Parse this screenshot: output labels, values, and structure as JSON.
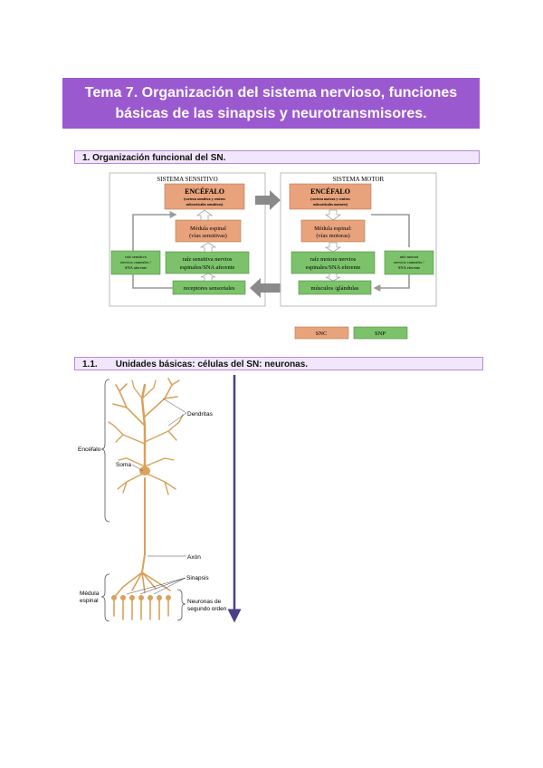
{
  "title": {
    "line1": "Tema 7. Organización del sistema nervioso, funciones",
    "line2": "básicas de las sinapsis y neurotransmisores."
  },
  "section1": {
    "heading": "1.   Organización funcional del SN."
  },
  "diagram": {
    "sensory_system": {
      "label": "SISTEMA SENSITIVO",
      "encephalon_title": "ENCÉFALO",
      "encephalon_sub1": "(corteza sensitiva y centros",
      "encephalon_sub2": "subcorticales sensitivos)",
      "spinal_line1": "Médula espinal",
      "spinal_line2": "(vías sensitivas)",
      "root_line1": "raíz sensitiva nervios",
      "root_line2": "espinales/SNA aferente",
      "cranial_line1": "raíz sensitiva",
      "cranial_line2": "nervios craneales /",
      "cranial_line3": "SNA aferente",
      "receptors": "receptores sensoriales"
    },
    "motor_system": {
      "label": "SISTEMA MOTOR",
      "encephalon_title": "ENCÉFALO",
      "encephalon_sub1": "(corteza motora y centros",
      "encephalon_sub2": "subcorticales motores)",
      "spinal_line1": "Médula espinal:",
      "spinal_line2": "(vías motoras)",
      "root_line1": "raíz motora nervios",
      "root_line2": "espinales/SNA eferente",
      "cranial_line1": "raíz motora",
      "cranial_line2": "nervios craneales /",
      "cranial_line3": "SNA eferente",
      "effectors": "músculos /glándulas"
    },
    "legend": {
      "snc": "SNC",
      "snp": "SNP"
    },
    "colors": {
      "snc": "#e8a37c",
      "snp": "#7cc26a",
      "arrow": "#8a8a8a"
    }
  },
  "section11": {
    "number": "1.1.",
    "heading": "Unidades básicas: células del SN: neuronas."
  },
  "neuron_figure": {
    "labels": {
      "dendrites": "Dendritas",
      "encephalon": "Encéfalo",
      "soma": "Soma",
      "axon": "Axón",
      "synapse": "Sinapsis",
      "spinal_line1": "Médula",
      "spinal_line2": "espinal",
      "second_order_line1": "Neuronas de",
      "second_order_line2": "segundo orden"
    },
    "colors": {
      "neuron": "#d9a15a",
      "arrow": "#4a3f86"
    }
  }
}
